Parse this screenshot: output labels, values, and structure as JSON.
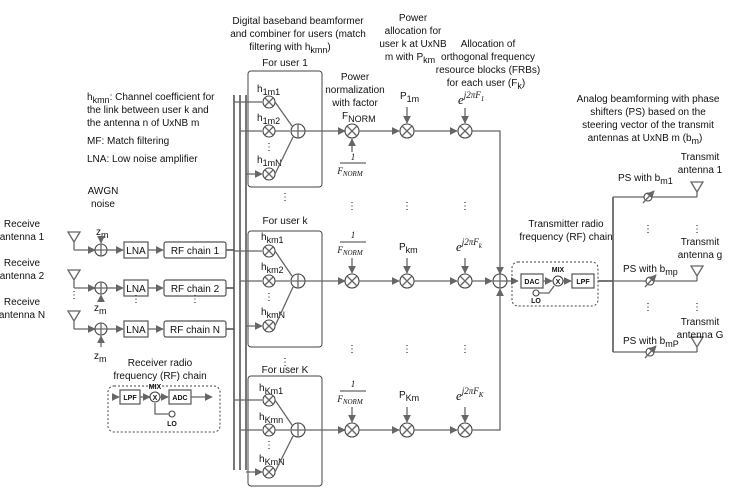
{
  "headings": {
    "digital_bf": [
      "Digital baseband beamformer",
      "and combiner for users (match",
      "filtering with h"
    ],
    "digital_bf_sub": "kmn",
    "power_norm": [
      "Power",
      "normalization",
      "with factor"
    ],
    "power_alloc": [
      "Power",
      "allocation for",
      "user k at UxNB",
      "m with P"
    ],
    "power_alloc_sub": "km",
    "frb": [
      "Allocation of",
      "orthogonal frequency",
      "resource blocks (FRBs)",
      "for each user (F"
    ],
    "frb_sub": "k",
    "analog_bf": [
      "Analog beamforming with phase",
      "shifters (PS) based on the",
      "steering vector of the transmit",
      "antennas  at  UxNB m (b"
    ],
    "analog_bf_sub": "m",
    "awgn": [
      "AWGN",
      "noise"
    ],
    "tx_rf": [
      "Transmitter radio",
      "frequency (RF) chain"
    ],
    "rx_rf": [
      "Receiver radio",
      "frequency (RF) chain"
    ]
  },
  "legend": {
    "hkmn_name": "h",
    "hkmn_sub": "kmn",
    "hkmn_text": ": Channel coefficient for",
    "hkmn_line2": "the link between user k and",
    "hkmn_line3": "the antenna n of UxNB m",
    "mf": "MF: Match filtering",
    "lna": "LNA: Low noise amplifier"
  },
  "receive_antennas": [
    {
      "l1": "Receive",
      "l2": "antenna 1"
    },
    {
      "l1": "Receive",
      "l2": "antenna 2"
    },
    {
      "l1": "Receive",
      "l2": "antenna N"
    }
  ],
  "noise_label": "z",
  "noise_sub": "m",
  "lna_label": "LNA",
  "rf_chains": [
    "RF chain 1",
    "RF chain 2",
    "RF chain N"
  ],
  "users": [
    {
      "title": "For user 1",
      "coeffs": [
        [
          "h",
          "1m1"
        ],
        [
          "h",
          "1m2"
        ],
        [
          "h",
          "1mN"
        ]
      ]
    },
    {
      "title": "For user k",
      "coeffs": [
        [
          "h",
          "km1"
        ],
        [
          "h",
          "km2"
        ],
        [
          "h",
          "kmN"
        ]
      ]
    },
    {
      "title": "For user K",
      "coeffs": [
        [
          "h",
          "Km1"
        ],
        [
          "h",
          "Kmn"
        ],
        [
          "h",
          "KmN"
        ]
      ]
    }
  ],
  "fnorm": {
    "name": "F",
    "sub": "NORM",
    "frac_num": "1",
    "frac_den": "F",
    "frac_den_sub": "NORM"
  },
  "powers": [
    [
      "P",
      "1m"
    ],
    [
      "P",
      "km"
    ],
    [
      "P",
      "Km"
    ]
  ],
  "exps": [
    [
      "e",
      "j2πF",
      "1"
    ],
    [
      "e",
      "j2πF",
      "k"
    ],
    [
      "e",
      "j2πF",
      "K"
    ]
  ],
  "tx_chain": {
    "dac": "DAC",
    "mix": "MIX",
    "lpf": "LPF",
    "lo": "LO"
  },
  "rx_chain": {
    "lpf": "LPF",
    "mix": "MIX",
    "adc": "ADC",
    "lo": "LO"
  },
  "ps_labels": [
    [
      "PS with b",
      "m1"
    ],
    [
      "PS with b",
      "mp"
    ],
    [
      "PS with b",
      "mP"
    ]
  ],
  "transmit_antennas": [
    {
      "l1": "Transmit",
      "l2": "antenna 1"
    },
    {
      "l1": "Transmit",
      "l2": "antenna g"
    },
    {
      "l1": "Transmit",
      "l2": "antenna G"
    }
  ]
}
